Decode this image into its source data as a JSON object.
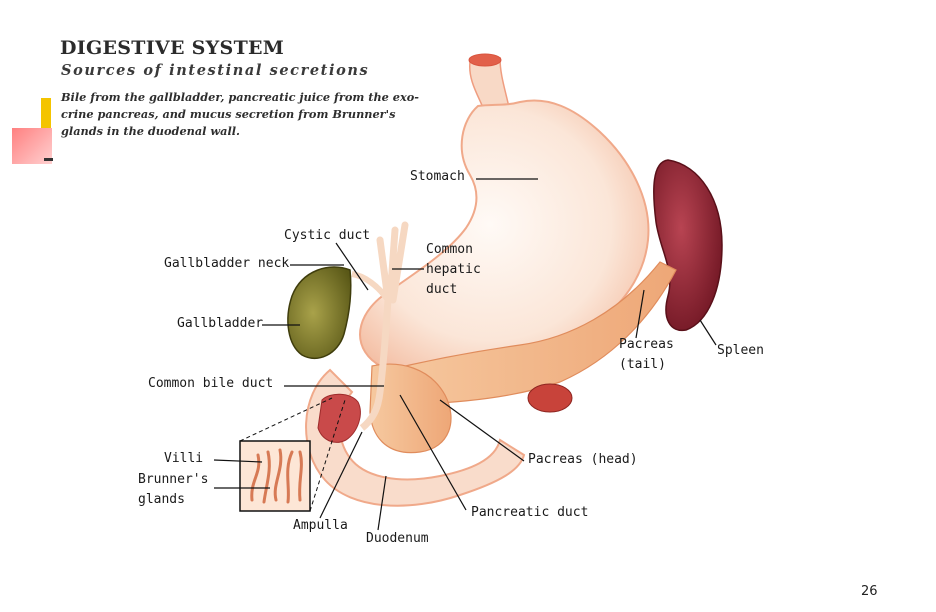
{
  "title": "DIGESTIVE SYSTEM",
  "subtitle": "Sources of intestinal secretions",
  "caption": [
    "Bile from the gallbladder, pancreatic juice from the exo-",
    "crine pancreas, and mucus secretion from Brunner's",
    "glands in the duodenal wall."
  ],
  "labels": {
    "stomach": "Stomach",
    "cystic_duct": "Cystic duct",
    "common_hepatic_duct": [
      "Common",
      "hepatic",
      "duct"
    ],
    "gallbladder_neck": "Gallbladder neck",
    "gallbladder": "Gallbladder",
    "pancreas_tail": [
      "Pacreas",
      "(tail)"
    ],
    "spleen": "Spleen",
    "common_bile_duct": "Common bile duct",
    "villi": "Villi",
    "brunners_glands": [
      "Brunner's",
      "glands"
    ],
    "pancreas_head": "Pacreas (head)",
    "ampulla": "Ampulla",
    "pancreatic_duct": "Pancreatic duct",
    "duodenum": "Duodenum"
  },
  "page_number": "26",
  "colors": {
    "organ_fill": "#fbe6d8",
    "organ_edge": "#f0a98a",
    "spleen": "#8a1f2e",
    "gallbladder": "#6b6a1e",
    "pancreas": "#f3b98a",
    "accent_yellow": "#f4c400",
    "accent_red": "#ee5a5a"
  }
}
